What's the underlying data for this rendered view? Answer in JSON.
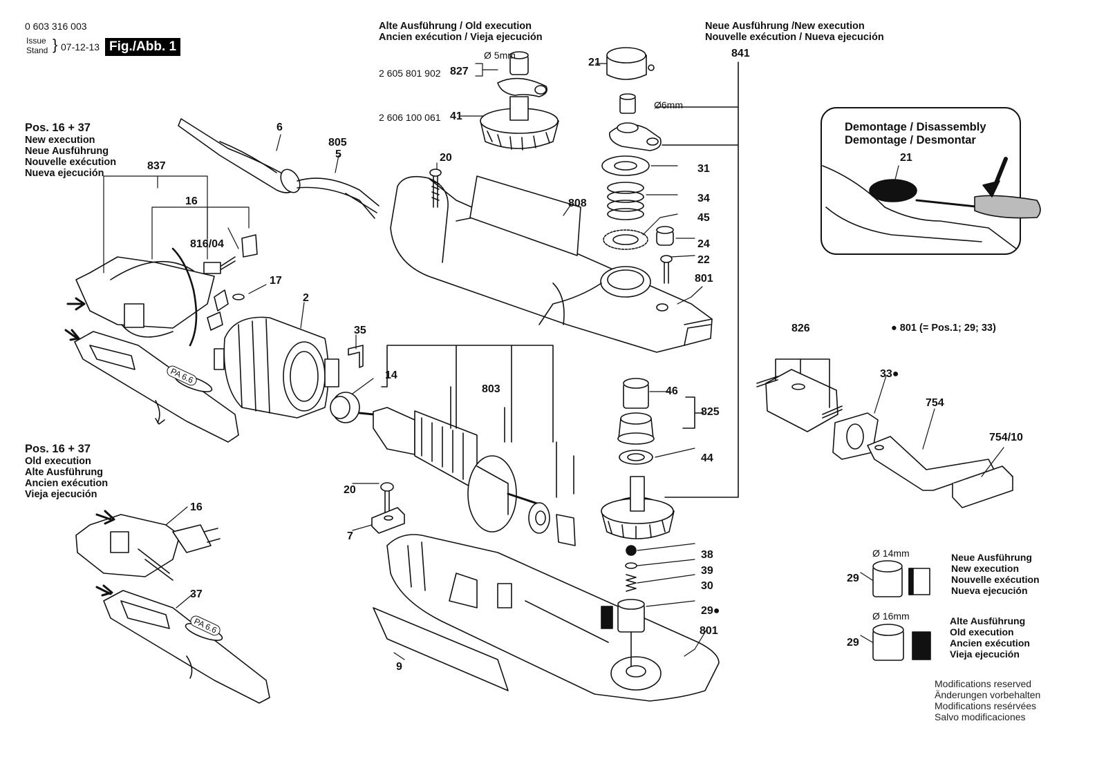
{
  "header": {
    "doc_number": "0 603 316 003",
    "issue_label_1": "Issue",
    "issue_label_2": "Stand",
    "issue_date": "07-12-13",
    "figure_label": "Fig./Abb. 1"
  },
  "sections": {
    "old_top": [
      "Alte Ausführung / Old execution",
      "Ancien exécution / Vieja ejecución"
    ],
    "new_top": [
      "Neue Ausführung /New execution",
      "Nouvelle exécution / Nueva ejecución"
    ],
    "pos_new": [
      "Pos. 16 + 37",
      "New execution",
      "Neue Ausführung",
      "Nouvelle exécution",
      "Nueva ejecución"
    ],
    "pos_old": [
      "Pos. 16 + 37",
      "Old execution",
      "Alte Ausführung",
      "Ancien exécution",
      "Vieja ejecución"
    ],
    "disassembly": [
      "Demontage / Disassembly",
      "Demontage / Desmontar"
    ],
    "bearing_new": [
      "Neue Ausführung",
      "New execution",
      "Nouvelle exécution",
      "Nueva ejecución"
    ],
    "bearing_old": [
      "Alte Ausführung",
      "Old execution",
      "Ancien exécution",
      "Vieja ejecución"
    ],
    "modifications": [
      "Modifications reserved",
      "Änderungen vorbehalten",
      "Modifications resérvées",
      "Salvo modificaciones"
    ]
  },
  "part_codes": {
    "p827": "2 605 801 902",
    "p41": "2 606 100 061"
  },
  "dimensions": {
    "d5": "Ø 5mm",
    "d6": "Ø6mm",
    "d14": "Ø 14mm",
    "d16": "Ø 16mm"
  },
  "note_801": "801 (= Pos.1; 29; 33)",
  "labels": {
    "l6": "6",
    "l805": "805",
    "l5": "5",
    "l837": "837",
    "l16a": "16",
    "l816": "816/04",
    "l17": "17",
    "l2": "2",
    "l35": "35",
    "l14": "14",
    "l803": "803",
    "l20a": "20",
    "l808": "808",
    "l20b": "20",
    "l7": "7",
    "l9": "9",
    "l827": "827",
    "l41": "41",
    "l21": "21",
    "l841": "841",
    "l31": "31",
    "l34": "34",
    "l45": "45",
    "l24": "24",
    "l22": "22",
    "l801a": "801",
    "l46": "46",
    "l825": "825",
    "l44": "44",
    "l38": "38",
    "l39": "39",
    "l30": "30",
    "l29": "29",
    "l801b": "801",
    "l826": "826",
    "l33": "33",
    "l754": "754",
    "l75410": "754/10",
    "l16b": "16",
    "l37": "37",
    "l21c": "21",
    "l29n": "29",
    "l29o": "29"
  },
  "markings": {
    "pa": "PA 6.6"
  }
}
